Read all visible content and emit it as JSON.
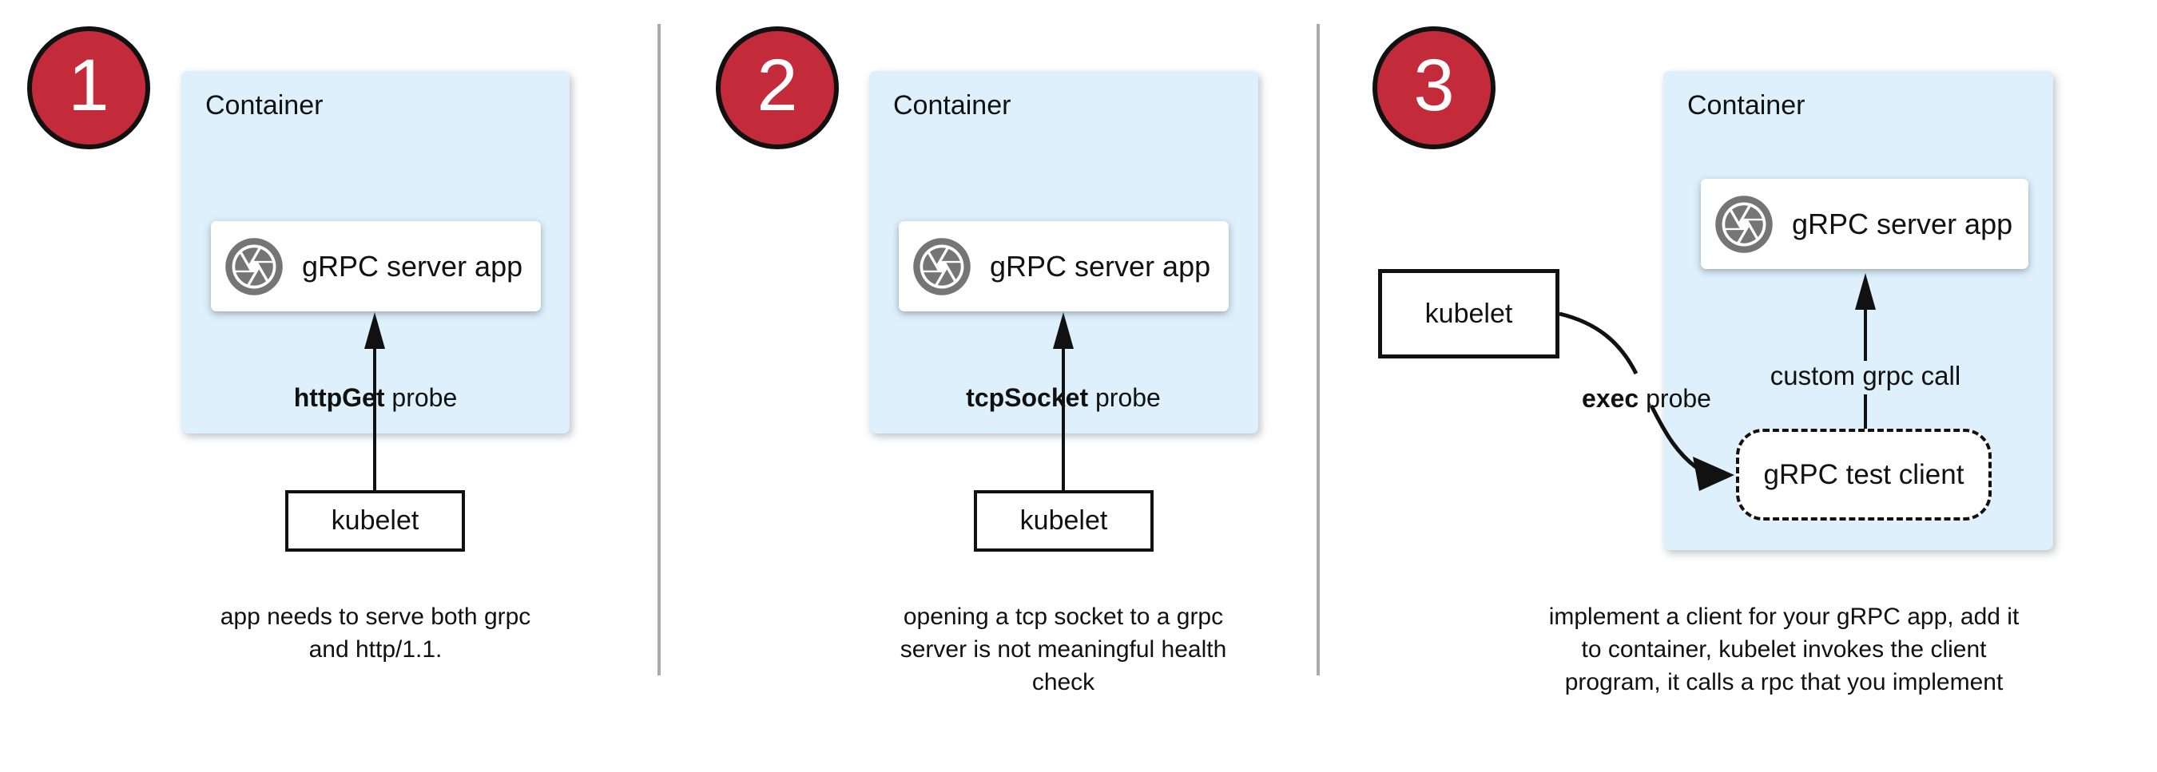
{
  "colors": {
    "badge_red": "#c32b3a",
    "container_fill": "#ddf0fb",
    "icon_gray": "#757575",
    "divider_gray": "#ababab"
  },
  "panels": [
    {
      "badge": "1",
      "container_label": "Container",
      "app_label": "gRPC server app",
      "probe_bold": "httpGet",
      "probe_rest": " probe",
      "kubelet_label": "kubelet",
      "caption_lines": [
        "app needs to serve both grpc",
        "and http/1.1."
      ]
    },
    {
      "badge": "2",
      "container_label": "Container",
      "app_label": "gRPC server app",
      "probe_bold": "tcpSocket",
      "probe_rest": " probe",
      "kubelet_label": "kubelet",
      "caption_lines": [
        "opening a tcp socket to a grpc",
        "server is not meaningful health",
        "check"
      ]
    },
    {
      "badge": "3",
      "container_label": "Container",
      "app_label": "gRPC server app",
      "probe_bold": "exec",
      "probe_rest": " probe",
      "kubelet_label": "kubelet",
      "custom_call_label": "custom grpc call",
      "test_client_label": "gRPC test client",
      "caption_lines": [
        "implement a client for your gRPC app, add it",
        "to container, kubelet invokes the client",
        "program, it calls a rpc that you implement"
      ]
    }
  ]
}
